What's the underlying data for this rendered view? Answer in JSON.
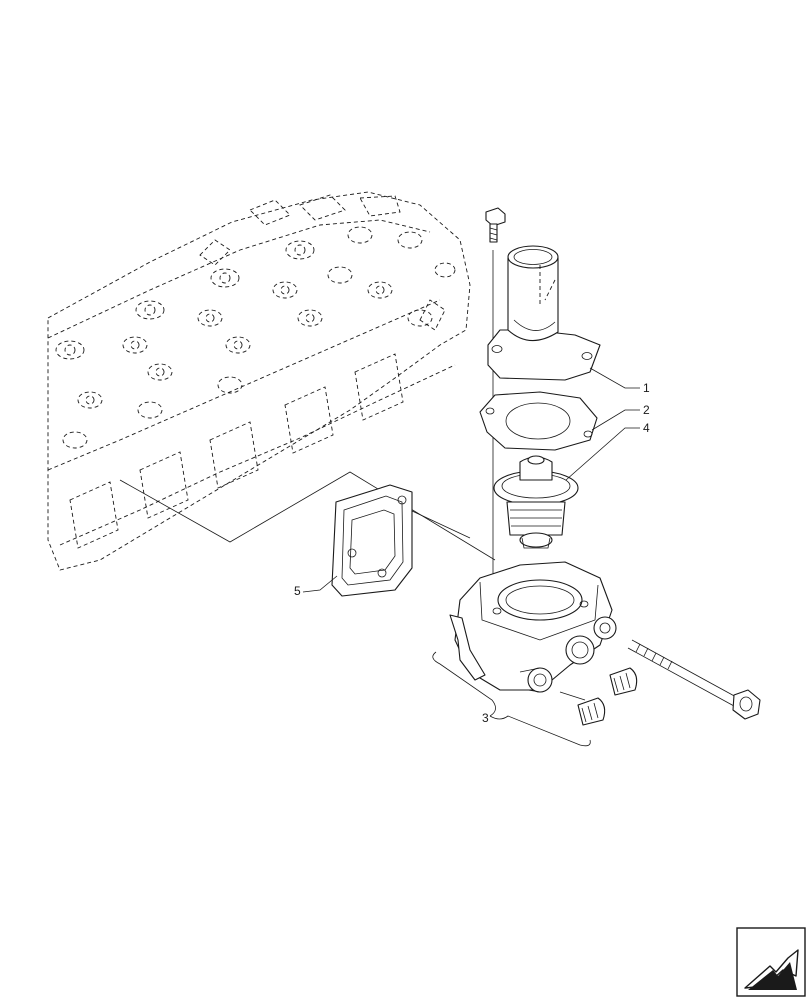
{
  "callouts": [
    {
      "id": "thermostat-housing-cover",
      "label": "1"
    },
    {
      "id": "cover-gasket",
      "label": "2"
    },
    {
      "id": "thermostat-housing-assembly",
      "label": "3"
    },
    {
      "id": "thermostat",
      "label": "4"
    },
    {
      "id": "housing-gasket",
      "label": "5"
    }
  ],
  "nav_icon": {
    "name": "next-page-arrow-icon"
  }
}
